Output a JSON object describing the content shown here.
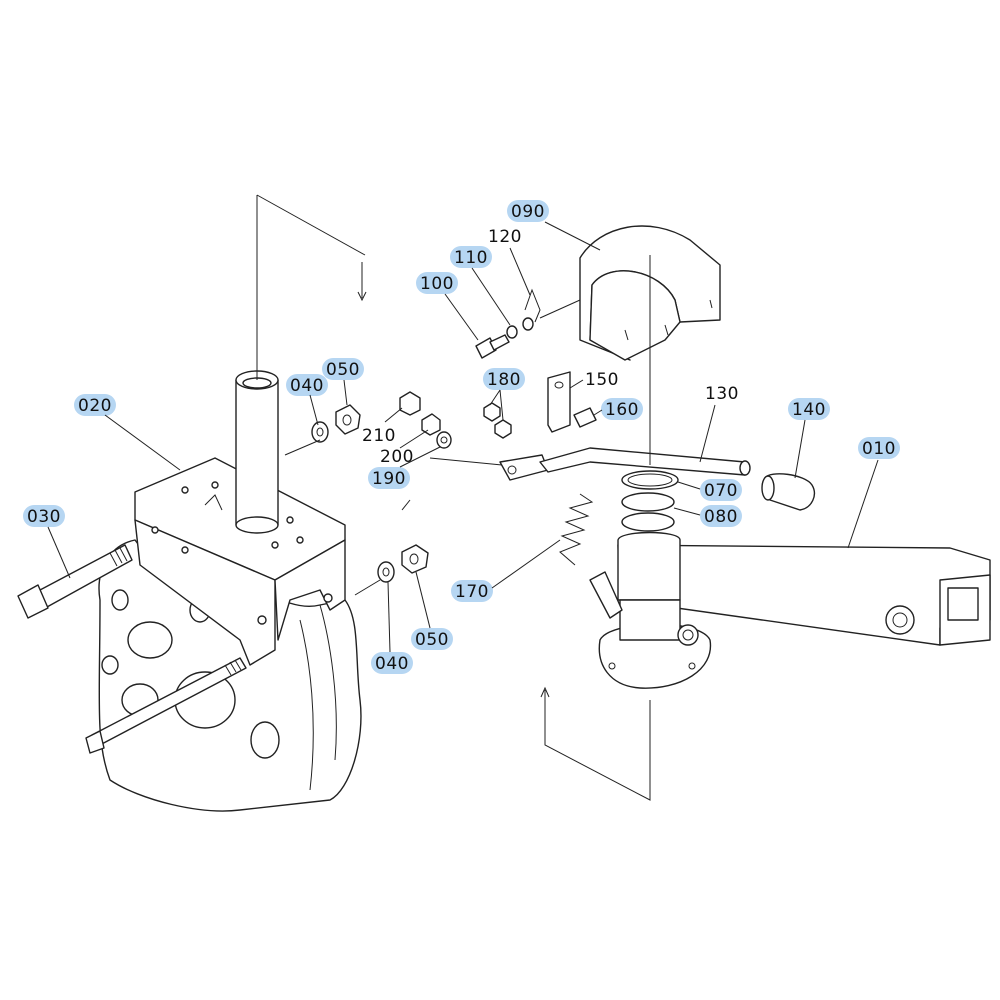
{
  "diagram": {
    "labels": {
      "p010": "010",
      "p020": "020",
      "p030": "030",
      "p040a": "040",
      "p040b": "040",
      "p050a": "050",
      "p050b": "050",
      "p070": "070",
      "p080": "080",
      "p090": "090",
      "p100": "100",
      "p110": "110",
      "p120": "120",
      "p130": "130",
      "p140": "140",
      "p150": "150",
      "p160": "160",
      "p170": "170",
      "p180": "180",
      "p190": "190",
      "p200": "200",
      "p210": "210"
    },
    "highlight_color": "#a9cff0",
    "line_color": "#222222"
  }
}
